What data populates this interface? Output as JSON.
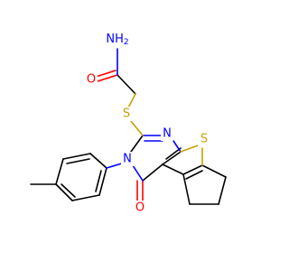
{
  "molecule": {
    "colors": {
      "carbon_bond": "#000000",
      "oxygen": "#ff0000",
      "nitrogen": "#0000ff",
      "sulfur": "#c8a000"
    },
    "labels": {
      "nh2": "NH",
      "nh2_sub": "2",
      "o_amide": "O",
      "s_thioether": "S",
      "n_ring_top": "N",
      "s_thiophene": "S",
      "n_ring_sub": "N",
      "o_ketone": "O"
    }
  }
}
